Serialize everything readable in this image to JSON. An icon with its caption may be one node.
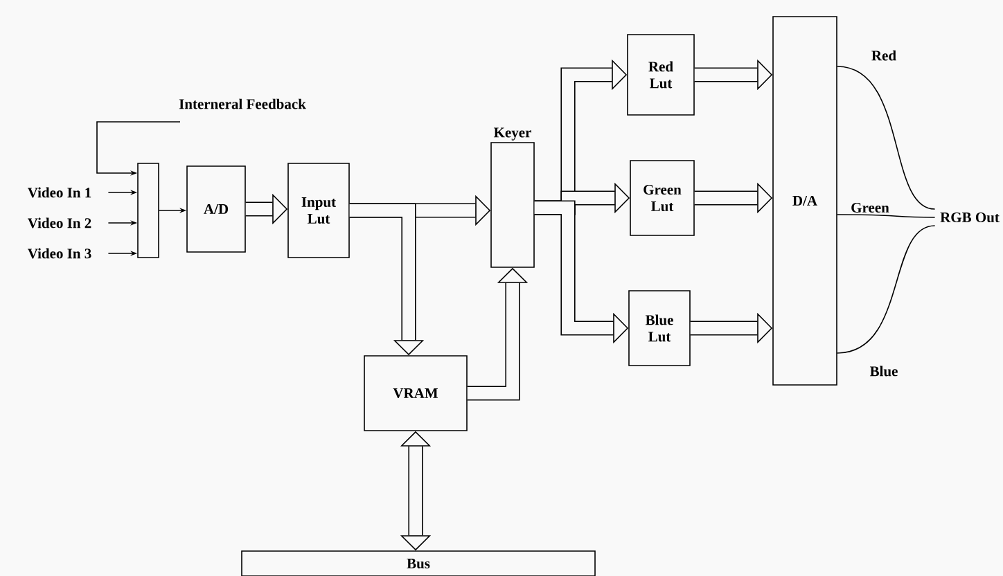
{
  "diagram": {
    "nodes": [
      {
        "text": [
          "Video In 1"
        ]
      },
      {
        "text": [
          "Video In 2"
        ]
      },
      {
        "text": [
          "Video In 3"
        ]
      },
      {
        "text": [],
        "shape": "box"
      },
      {
        "text": [
          "A/D"
        ]
      },
      {
        "text": [
          "Input Lut"
        ]
      },
      {
        "text": [],
        "shape": "box",
        "beside": [
          "Keyer"
        ]
      },
      {
        "text": [
          "VRAM"
        ]
      },
      {
        "text": [
          "Bus"
        ]
      },
      {
        "text": [
          "Red Lut"
        ]
      },
      {
        "text": [
          "Green Lut"
        ]
      },
      {
        "text": [
          "Blue Lut"
        ]
      },
      {
        "text": [
          "D/A"
        ]
      },
      {
        "text": [
          "RGB Out"
        ]
      }
    ],
    "edges": [
      {
        "from": null,
        "to": 3,
        "arrow": "to",
        "label": "Interneral Feedback"
      },
      {
        "from": 0,
        "to": 3,
        "arrow": "to"
      },
      {
        "from": 1,
        "to": 3,
        "arrow": "to"
      },
      {
        "from": 2,
        "to": 3,
        "arrow": "to"
      },
      {
        "from": 3,
        "to": 4,
        "arrow": "to"
      },
      {
        "from": 4,
        "to": 5,
        "arrow": "to"
      },
      {
        "from": 5,
        "to": 6,
        "arrow": "to"
      },
      {
        "from": 5,
        "to": 7,
        "arrow": "to"
      },
      {
        "from": 7,
        "to": 6,
        "arrow": "to"
      },
      {
        "from": 7,
        "to": 8,
        "arrow": "both"
      },
      {
        "from": 6,
        "to": 9,
        "arrow": "to"
      },
      {
        "from": 6,
        "to": 10,
        "arrow": "to"
      },
      {
        "from": 6,
        "to": 11,
        "arrow": "to"
      },
      {
        "from": 9,
        "to": 12,
        "arrow": "to"
      },
      {
        "from": 10,
        "to": 12,
        "arrow": "to"
      },
      {
        "from": 11,
        "to": 12,
        "arrow": "to"
      },
      {
        "from": 12,
        "to": 13,
        "arrow": "none",
        "label": "Red"
      },
      {
        "from": 12,
        "to": 13,
        "arrow": "none",
        "label": "Green"
      },
      {
        "from": 12,
        "to": 13,
        "arrow": "none",
        "label": "Blue"
      }
    ]
  }
}
